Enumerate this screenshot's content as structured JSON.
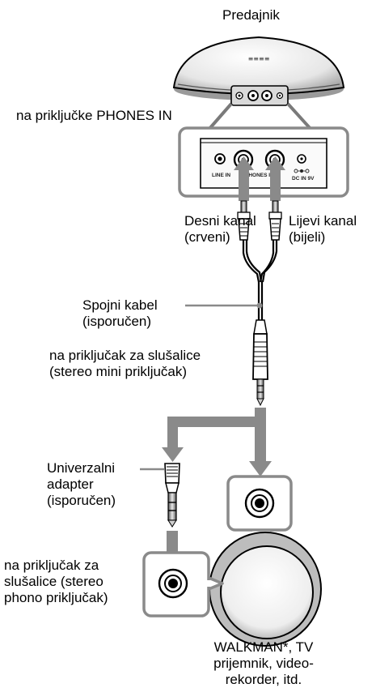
{
  "labels": {
    "transmitter": "Predajnik",
    "phones_in": "na priključke PHONES IN",
    "right_channel": [
      "Desni kanal",
      "(crveni)"
    ],
    "left_channel": [
      "Lijevi kanal",
      "(bijeli)"
    ],
    "cable": [
      "Spojni kabel",
      "(isporučen)"
    ],
    "headphone_jack": [
      "na priključak za slušalice",
      "(stereo mini priključak)"
    ],
    "adapter": [
      "Univerzalni",
      "adapter",
      "(isporučen)"
    ],
    "phono_jack": [
      "na priključak za",
      "slušalice (stereo",
      "phono priključak)"
    ],
    "devices": [
      "WALKMAN*, TV",
      "prijemnik, video-",
      "rekorder, itd."
    ]
  },
  "panel": {
    "line_in": "LINE IN",
    "phones_in": "PHONES IN",
    "dc_in": "DC IN 9V"
  },
  "device_badge": "≡≡≡≡"
}
